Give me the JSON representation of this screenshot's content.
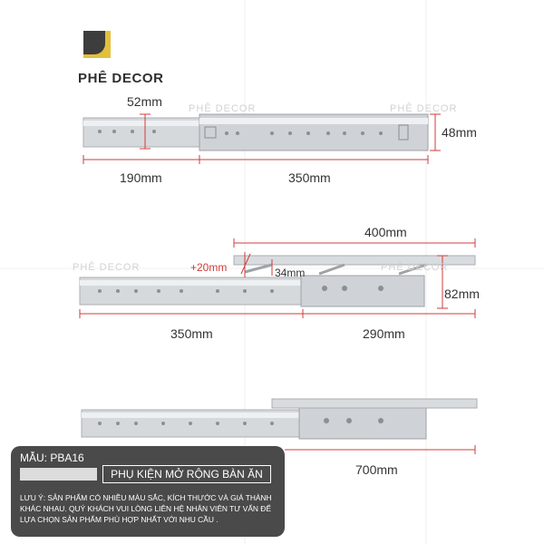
{
  "brand": {
    "name": "PHÊ DECOR",
    "watermark": "PHÊ DECOR",
    "logo_color": "#e3c03b"
  },
  "diagram1": {
    "height_label": "52mm",
    "width_label": "48mm",
    "left_label": "190mm",
    "right_label": "350mm"
  },
  "diagram2": {
    "extended_label": "400mm",
    "tilt_label": "+20mm",
    "offset_label": "34mm",
    "height_label": "82mm",
    "left_label": "350mm",
    "right_label": "290mm"
  },
  "diagram3": {
    "total_label": "700mm"
  },
  "info": {
    "model": "MẪU: PBA16",
    "title": "PHỤ KIỆN MỞ RỘNG BÀN ĂN",
    "note": "LƯU Ý: SẢN PHẨM CÓ NHIỀU MÀU SẮC, KÍCH THƯỚC VÀ GIÁ THÀNH KHÁC NHAU. QUÝ KHÁCH VUI LÒNG LIÊN HỆ NHÂN VIÊN TƯ VẤN ĐỂ LỰA CHỌN SẢN PHẨM PHÙ HỢP NHẤT VỚI NHU CẦU ."
  },
  "colors": {
    "accent": "#d23b3b",
    "rail": "#c9ccd0",
    "panel": "#4a4a4a"
  }
}
